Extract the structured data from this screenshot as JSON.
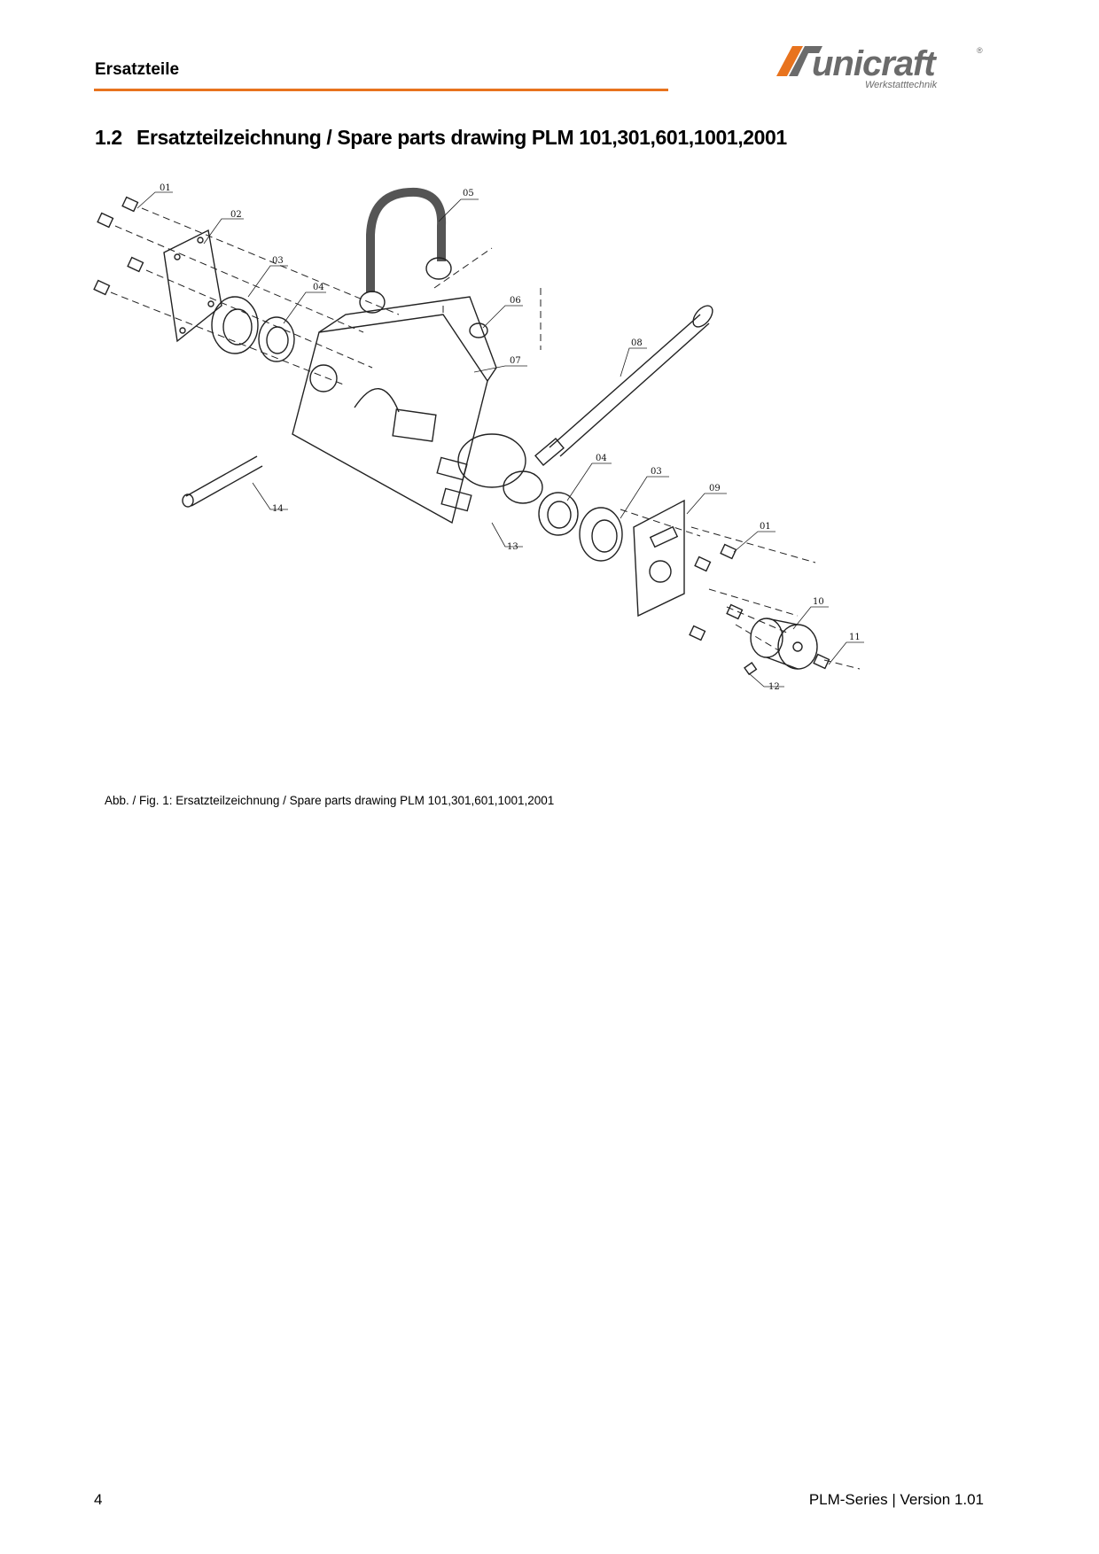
{
  "header": {
    "title": "Ersatzteile",
    "rule_color": "#e8731e"
  },
  "logo": {
    "name": "unicraft",
    "tagline": "Werkstatttechnik",
    "registered": "®",
    "brand_color": "#e8731e",
    "gray": "#6b6b6b"
  },
  "section": {
    "number": "1.2",
    "title": "Ersatzteilzeichnung / Spare parts drawing PLM 101,301,601,1001,2001"
  },
  "drawing": {
    "callouts": [
      "01",
      "02",
      "03",
      "04",
      "05",
      "06",
      "07",
      "08",
      "04",
      "03",
      "09",
      "01",
      "10",
      "11",
      "12",
      "13",
      "14"
    ]
  },
  "figure": {
    "caption": "Abb. / Fig. 1: Ersatzteilzeichnung / Spare parts drawing PLM 101,301,601,1001,2001"
  },
  "footer": {
    "page_number": "4",
    "version": "PLM-Series | Version 1.01"
  }
}
